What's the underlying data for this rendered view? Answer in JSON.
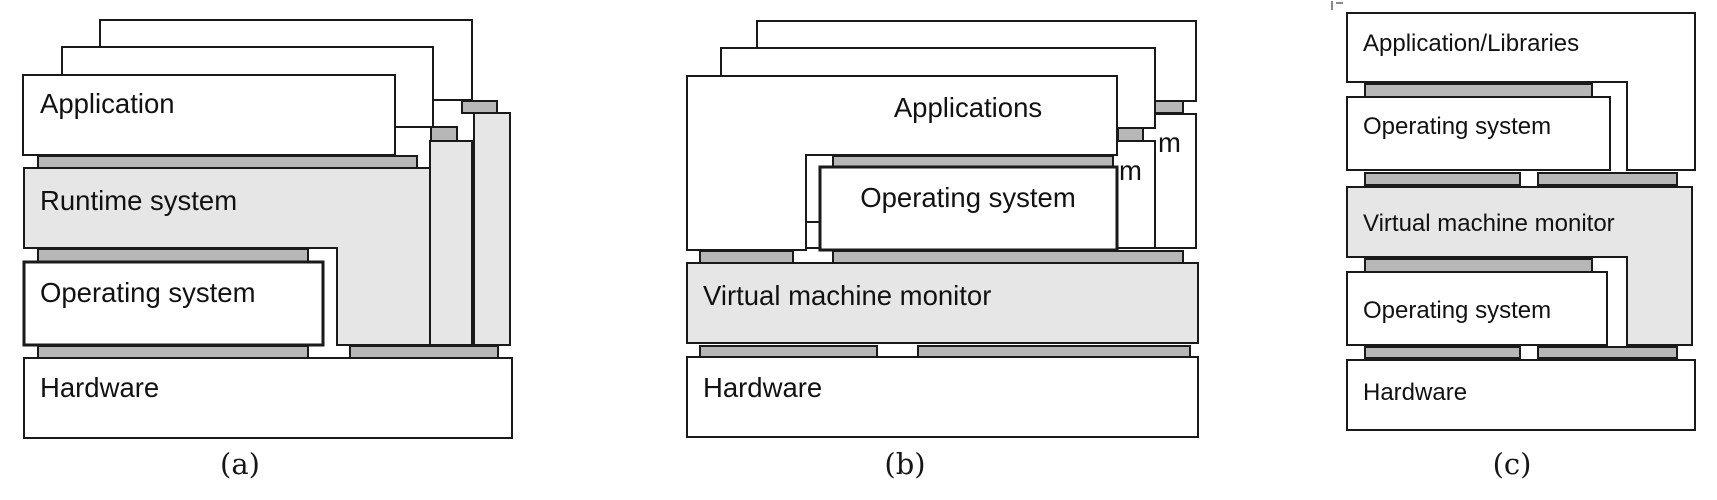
{
  "figure": {
    "background": "#ffffff",
    "colors": {
      "box_fill": "#ffffff",
      "virtualization_layer_fill": "#e6e6e6",
      "interface_strip_fill": "#b7b7b7",
      "border": "#1a1a1a",
      "text": "#111111"
    },
    "panel_a": {
      "caption": "(a)",
      "application": "Application",
      "runtime_system": "Runtime system",
      "operating_system": "Operating system",
      "hardware": "Hardware"
    },
    "panel_b": {
      "caption": "(b)",
      "applications": "Applications",
      "operating_system": "Operating system",
      "virtual_machine_monitor": "Virtual machine monitor",
      "hardware": "Hardware",
      "clipped_os_fragment_back": "m",
      "clipped_os_fragment_middle": "m"
    },
    "panel_c": {
      "caption": "(c)",
      "application_libraries": "Application/Libraries",
      "operating_system_guest": "Operating system",
      "virtual_machine_monitor": "Virtual machine monitor",
      "operating_system_host": "Operating system",
      "hardware": "Hardware"
    }
  }
}
